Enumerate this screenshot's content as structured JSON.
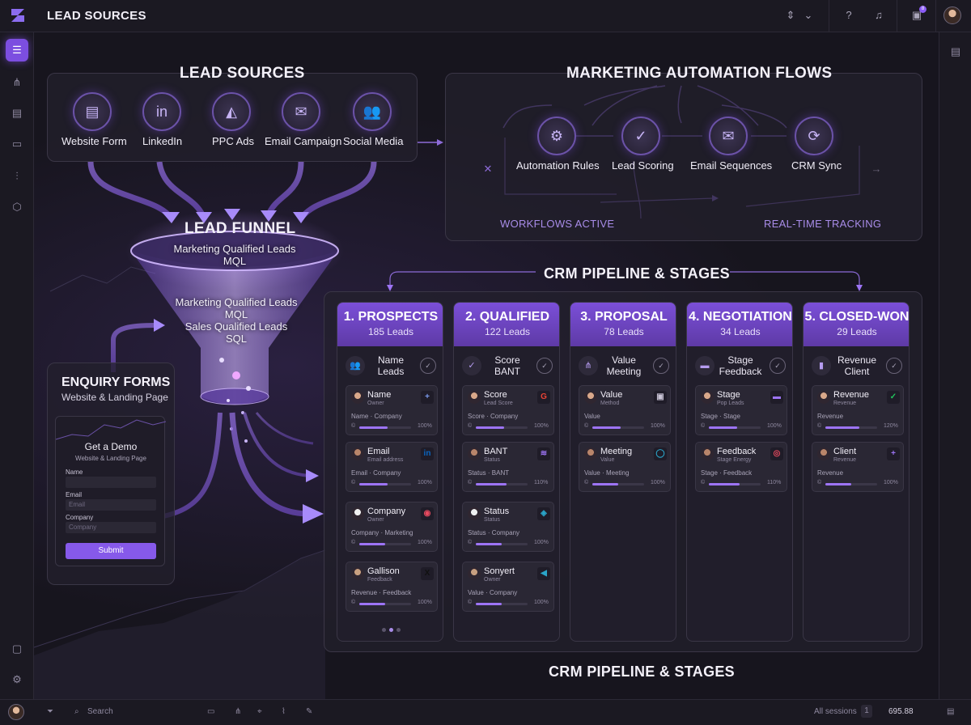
{
  "app": {
    "title": "LEAD SOURCES"
  },
  "colors": {
    "accent": "#7c4ee0",
    "accent_light": "#a88ce8",
    "panel_border": "#3a3646",
    "background": "#16141d"
  },
  "topbar": {
    "icons": [
      "sort-icon",
      "chevron-down-icon",
      "help-icon",
      "bell-icon",
      "inbox-icon",
      "user-avatar"
    ],
    "inbox_badge": "8"
  },
  "leftrail": {
    "items": [
      "list-icon",
      "hierarchy-icon",
      "document-icon",
      "chat-icon",
      "analytics-icon",
      "cube-icon",
      "chart-icon",
      "settings-icon"
    ]
  },
  "lead_sources": {
    "title": "LEAD SOURCES",
    "items": [
      {
        "label": "Website Form",
        "icon": "browser-icon",
        "glyph": "▤"
      },
      {
        "label": "LinkedIn",
        "icon": "linkedin-icon",
        "glyph": "in"
      },
      {
        "label": "PPC Ads",
        "icon": "ads-icon",
        "glyph": "◭"
      },
      {
        "label": "Email Campaign",
        "icon": "mail-icon",
        "glyph": "✉"
      },
      {
        "label": "Social Media",
        "icon": "people-icon",
        "glyph": "👥"
      }
    ]
  },
  "automation": {
    "title": "MARKETING AUTOMATION FLOWS",
    "items": [
      {
        "label": "Automation Rules",
        "icon": "rules-icon",
        "glyph": "⚙"
      },
      {
        "label": "Lead Scoring",
        "icon": "shield-check-icon",
        "glyph": "✓"
      },
      {
        "label": "Email Sequences",
        "icon": "mail-icon",
        "glyph": "✉"
      },
      {
        "label": "CRM Sync",
        "icon": "sync-icon",
        "glyph": "⟳"
      }
    ],
    "footer_left": "WORKFLOWS ACTIVE",
    "footer_right": "REAL-TIME TRACKING"
  },
  "funnel": {
    "title": "LEAD FUNNEL",
    "line1": "Marketing Qualified Leads",
    "line2": "MQL",
    "line3": "Marketing Qualified Leads",
    "line4": "MQL",
    "line5": "Sales Qualified Leads",
    "line6": "SQL"
  },
  "enquiry": {
    "title": "ENQUIRY FORMS",
    "subtitle": "Website & Landing Page",
    "form_title": "Get a Demo",
    "form_subtitle": "Website & Landing Page",
    "name_label": "Name",
    "email_label": "Email",
    "email_placeholder": "Email",
    "company_label": "Company",
    "company_placeholder": "Company",
    "submit": "Submit"
  },
  "pipeline": {
    "title": "CRM PIPELINE & STAGES",
    "footer_title": "CRM PIPELINE & STAGES",
    "columns": [
      {
        "title": "1. PROSPECTS",
        "count": "185 Leads",
        "sub": "Name Leads",
        "sub_icon": "people-icon",
        "sub_glyph": "👥",
        "cards": [
          {
            "title": "Name",
            "meta": "Owner",
            "row": "Name · Company",
            "pct": "100%",
            "progress": 0.55,
            "brand": "user-add-icon",
            "brand_glyph": "+",
            "brand_color": "#7c9cf0"
          },
          {
            "title": "Email",
            "meta": "Email address",
            "row": "Email · Company",
            "pct": "100%",
            "progress": 0.55,
            "brand": "linkedin-icon",
            "brand_glyph": "in",
            "brand_color": "#0a66c2"
          },
          {
            "title": "Company",
            "meta": "Owner",
            "row": "Company · Marketing",
            "pct": "100%",
            "progress": 0.5,
            "brand": "brand-icon",
            "brand_glyph": "◉",
            "brand_color": "#e84a5f"
          },
          {
            "title": "Gallison",
            "meta": "Feedback",
            "row": "Revenue · Feedback",
            "pct": "100%",
            "progress": 0.5,
            "brand": "x-icon",
            "brand_glyph": "X",
            "brand_color": "#111111"
          }
        ]
      },
      {
        "title": "2. QUALIFIED",
        "count": "122 Leads",
        "sub": "Score BANT",
        "sub_icon": "shield-icon",
        "sub_glyph": "✓",
        "cards": [
          {
            "title": "Score",
            "meta": "Lead Score",
            "row": "Score · Company",
            "pct": "100%",
            "progress": 0.55,
            "brand": "google-icon",
            "brand_glyph": "G",
            "brand_color": "#ea4335"
          },
          {
            "title": "BANT",
            "meta": "Status",
            "row": "Status · BANT",
            "pct": "110%",
            "progress": 0.6,
            "brand": "stripes-icon",
            "brand_glyph": "≋",
            "brand_color": "#9d74f5"
          },
          {
            "title": "Status",
            "meta": "Status",
            "row": "Status · Company",
            "pct": "100%",
            "progress": 0.5,
            "brand": "teams-icon",
            "brand_glyph": "◈",
            "brand_color": "#2aa4c8"
          },
          {
            "title": "Sonyert",
            "meta": "Owner",
            "row": "Value · Company",
            "pct": "100%",
            "progress": 0.5,
            "brand": "arrow-icon",
            "brand_glyph": "◀",
            "brand_color": "#2aa4c8"
          }
        ]
      },
      {
        "title": "3. PROPOSAL",
        "count": "78 Leads",
        "sub": "Value Meeting",
        "sub_icon": "hierarchy-icon",
        "sub_glyph": "⋔",
        "cards": [
          {
            "title": "Value",
            "meta": "Method",
            "row": "Value",
            "pct": "100%",
            "progress": 0.55,
            "brand": "presentation-icon",
            "brand_glyph": "▣",
            "brand_color": "#c9c4d6"
          },
          {
            "title": "Meeting",
            "meta": "Value",
            "row": "Value · Meeting",
            "pct": "100%",
            "progress": 0.5,
            "brand": "circle-icon",
            "brand_glyph": "◯",
            "brand_color": "#2aa4c8"
          }
        ]
      },
      {
        "title": "4. NEGOTIATION",
        "count": "34 Leads",
        "sub": "Stage Feedback",
        "sub_icon": "chat-icon",
        "sub_glyph": "▬",
        "cards": [
          {
            "title": "Stage",
            "meta": "Pop Leads",
            "row": "Stage · Stage",
            "pct": "100%",
            "progress": 0.55,
            "brand": "chat-icon",
            "brand_glyph": "▬",
            "brand_color": "#9d74f5"
          },
          {
            "title": "Feedback",
            "meta": "Stage Energy",
            "row": "Stage · Feedback",
            "pct": "110%",
            "progress": 0.6,
            "brand": "brand-icon",
            "brand_glyph": "◎",
            "brand_color": "#e84a5f"
          }
        ]
      },
      {
        "title": "5. CLOSED-WON",
        "count": "29 Leads",
        "sub": "Revenue Client",
        "sub_icon": "bar-chart-icon",
        "sub_glyph": "▮",
        "cards": [
          {
            "title": "Revenue",
            "meta": "Revenue",
            "row": "Revenue",
            "pct": "120%",
            "progress": 0.65,
            "brand": "shield-check-icon",
            "brand_glyph": "✓",
            "brand_color": "#22c55e"
          },
          {
            "title": "Client",
            "meta": "Revenue",
            "row": "Revenue",
            "pct": "100%",
            "progress": 0.5,
            "brand": "user-add-icon",
            "brand_glyph": "+",
            "brand_color": "#9d74f5"
          }
        ]
      }
    ]
  },
  "bottombar": {
    "search": "Search",
    "all_sessions": "All sessions",
    "page": "1",
    "value": "695.88"
  }
}
